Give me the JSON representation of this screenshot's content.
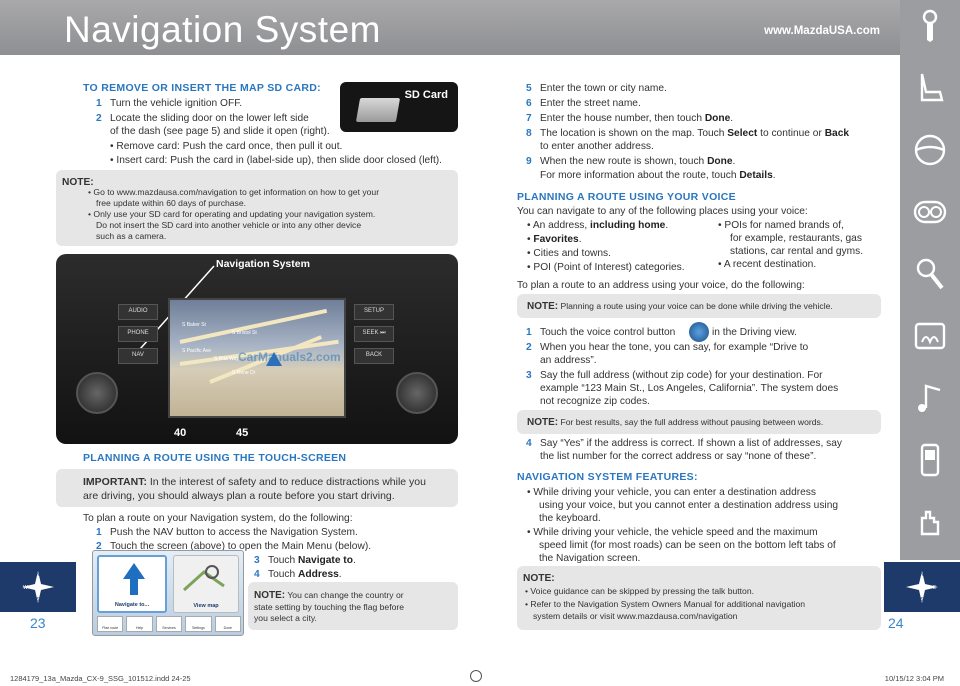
{
  "header": {
    "title": "Navigation System",
    "url": "www.MazdaUSA.com"
  },
  "sidebar": {
    "icons": [
      "key-icon",
      "seat-icon",
      "steering-wheel-icon",
      "gauge-icon",
      "wrench-icon",
      "climate-icon",
      "music-note-icon",
      "phone-icon",
      "hand-icon"
    ]
  },
  "left": {
    "sd_heading": "TO REMOVE OR INSERT THE MAP SD CARD:",
    "sd_steps": [
      {
        "n": "1",
        "text": "Turn the vehicle ignition OFF."
      },
      {
        "n": "2",
        "text_a": "Locate the sliding door on the lower left side",
        "text_b": "of the dash (see page 5) and slide it open (right)."
      }
    ],
    "sd_bullets": [
      "Remove card: Push the card once, then pull it out.",
      "Insert card: Push the card in (label-side up), then slide door closed (left)."
    ],
    "sd_card_label": "SD Card",
    "note1": {
      "label": "NOTE:",
      "b1a": "Go to www.mazdausa.com/navigation to get information on how to get your",
      "b1b": "free update within 60 days of purchase.",
      "b2a": "Only use your SD card for operating and updating your navigation system.",
      "b2b": "Do not insert the SD card into another vehicle or into any other device",
      "b2c": "such as a camera."
    },
    "dash": {
      "caption": "Navigation System",
      "buttons": [
        "AUDIO",
        "PHONE",
        "NAV",
        "SETUP",
        "SEEK ⏭",
        "BACK"
      ],
      "streets": [
        "S Baker St",
        "S Bristol St",
        "S Pacific Ave",
        "S Rita Way",
        "S Rene Dr"
      ],
      "speed1": "40",
      "speed2": "45",
      "watermark": "CarManuals2.com"
    },
    "touch_heading": "PLANNING A ROUTE USING THE TOUCH-SCREEN",
    "important": {
      "label": "IMPORTANT:",
      "text_a": "In the interest of safety and to reduce distractions while you",
      "text_b": "are driving, you should always plan a route before you start driving."
    },
    "touch_intro": "To plan a route on your Navigation system, do the following:",
    "touch_steps": [
      {
        "n": "1",
        "text": "Push the NAV button to access the Navigation System."
      },
      {
        "n": "2",
        "text": "Touch the screen (above) to open the Main Menu (below)."
      },
      {
        "n": "3",
        "pre": "Touch ",
        "bold": "Navigate to",
        "post": "."
      },
      {
        "n": "4",
        "pre": "Touch ",
        "bold": "Address",
        "post": "."
      }
    ],
    "menu": {
      "tile1": "Navigate to...",
      "tile2": "View map",
      "minis": [
        "Plan route",
        "Help",
        "Services",
        "Settings",
        "Done"
      ]
    },
    "note2": {
      "label": "NOTE:",
      "a": "You can change the country or",
      "b": "state setting by touching the flag before",
      "c": "you select a city."
    },
    "page": "23"
  },
  "right": {
    "steps_a": [
      {
        "n": "5",
        "text": "Enter the town or city name."
      },
      {
        "n": "6",
        "text": "Enter the street name."
      },
      {
        "n": "7",
        "pre": "Enter the house number, then touch ",
        "bold": "Done",
        "post": "."
      },
      {
        "n": "8",
        "pre": "The location is shown on the map. Touch ",
        "bold": "Select",
        "mid": " to continue or ",
        "bold2": "Back",
        "post2": "to enter another address."
      },
      {
        "n": "9",
        "pre": "When the new route is shown, touch ",
        "bold": "Done",
        "post": ".",
        "sub_pre": "For more information about the route, touch ",
        "sub_bold": "Details",
        "sub_post": "."
      }
    ],
    "voice_heading": "PLANNING A ROUTE USING YOUR VOICE",
    "voice_intro": "You can navigate to any of the following places using your voice:",
    "voice_left": [
      {
        "pre": "An address, ",
        "bold": "including home",
        "post": "."
      },
      {
        "pre": "",
        "bold": "Favorites",
        "post": "."
      },
      {
        "pre": "Cities and towns.",
        "bold": "",
        "post": ""
      },
      {
        "pre": "POI (Point of Interest) categories.",
        "bold": "",
        "post": ""
      }
    ],
    "voice_right": {
      "a1": "POIs for named brands of,",
      "a2": "for example, restaurants, gas",
      "a3": "stations, car rental and gyms.",
      "b": "A recent destination."
    },
    "voice_plan": "To plan a route to an address using your voice, do the following:",
    "note3": {
      "label": "NOTE:",
      "text": "Planning a route using your voice can be done while driving the vehicle."
    },
    "voice_steps": [
      {
        "n": "1",
        "pre": "Touch the voice control button",
        "post": "in the Driving view."
      },
      {
        "n": "2",
        "a": "When you hear the tone, you can say, for example “Drive to",
        "b": "an address”."
      },
      {
        "n": "3",
        "a": "Say the full address (without zip code) for your destination. For",
        "b": "example “123 Main St., Los Angeles, California”. The system does",
        "c": "not recognize zip codes."
      }
    ],
    "note4": {
      "label": "NOTE:",
      "text": "For best results, say the full address without pausing between words."
    },
    "step4": {
      "n": "4",
      "a": "Say “Yes” if the address is correct. If shown a list of addresses, say",
      "b": "the list number for the correct address or say “none of these”."
    },
    "features_heading": "NAVIGATION SYSTEM FEATURES:",
    "features": [
      {
        "a": "While driving your vehicle, you can enter a destination address",
        "b": "using your voice, but you cannot enter a destination address using",
        "c": "the keyboard."
      },
      {
        "a": "While driving your vehicle, the vehicle speed and the maximum",
        "b": "speed limit (for most roads) can be seen on the bottom left tabs of",
        "c": "the Navigation screen."
      }
    ],
    "note5": {
      "label": "NOTE:",
      "b1": "Voice guidance can be skipped by pressing the talk button.",
      "b2a": "Refer to the Navigation System Owners Manual for additional navigation",
      "b2b": "system details or visit www.mazdausa.com/navigation"
    },
    "page": "24"
  },
  "compass_letters": {
    "n": "N",
    "s": "S",
    "w": "W",
    "e": "E"
  },
  "footer": {
    "left": "1284179_13a_Mazda_CX-9_SSG_101512.indd 24-25",
    "right": "10/15/12 3:04 PM"
  },
  "colors": {
    "accent": "#2a77c0",
    "header": "#9c9da0",
    "compass": "#1e3a6b",
    "note_bg": "#e6e6e7"
  }
}
